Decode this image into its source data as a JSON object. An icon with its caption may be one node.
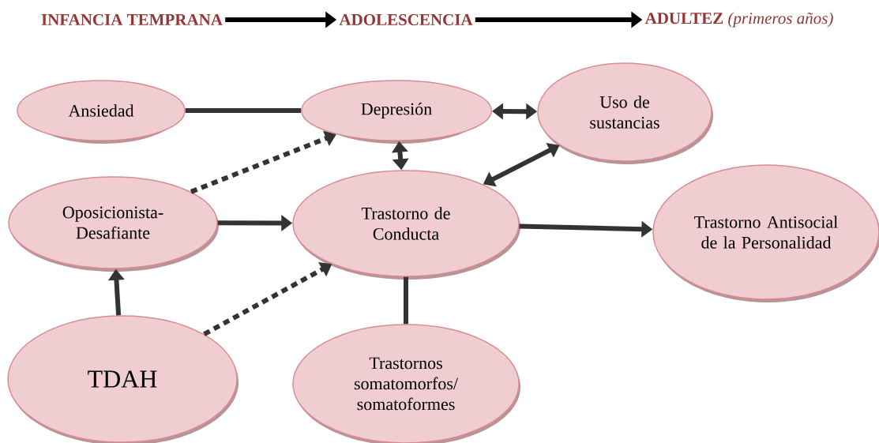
{
  "diagram": {
    "nodes": [
      {
        "text": [
          "INFANCIA TEMPRANA"
        ]
      },
      {
        "text": [
          "ADOLESCENCIA"
        ]
      },
      {
        "text": [
          "**ADULTEZ** *(primeros años)*"
        ]
      },
      {
        "text": [
          "Ansiedad"
        ]
      },
      {
        "text": [
          "Depresión"
        ]
      },
      {
        "text": [
          "Uso de sustancias"
        ]
      },
      {
        "text": [
          "Oposicionista-Desafiante"
        ]
      },
      {
        "text": [
          "Trastorno de Conducta"
        ]
      },
      {
        "text": [
          "Trastorno Antisocial de la Personalidad"
        ]
      },
      {
        "text": [
          "TDAH"
        ]
      },
      {
        "text": [
          "Trastornos somatomorfos/ somatoformes"
        ]
      }
    ],
    "edges": [
      {
        "from": 0,
        "to": 1,
        "arrow": "to"
      },
      {
        "from": 1,
        "to": 2,
        "arrow": "to"
      },
      {
        "from": 3,
        "to": 4,
        "arrow": "none"
      },
      {
        "from": 4,
        "to": 5,
        "arrow": "both"
      },
      {
        "from": 4,
        "to": 7,
        "arrow": "both"
      },
      {
        "from": 6,
        "to": 4,
        "arrow": "to",
        "style": "dashed"
      },
      {
        "from": 6,
        "to": 7,
        "arrow": "to"
      },
      {
        "from": 7,
        "to": 5,
        "arrow": "both"
      },
      {
        "from": 7,
        "to": 8,
        "arrow": "to"
      },
      {
        "from": 9,
        "to": 6,
        "arrow": "to"
      },
      {
        "from": 9,
        "to": 7,
        "arrow": "to",
        "style": "dashed"
      },
      {
        "from": 7,
        "to": 10,
        "arrow": "none"
      }
    ]
  }
}
